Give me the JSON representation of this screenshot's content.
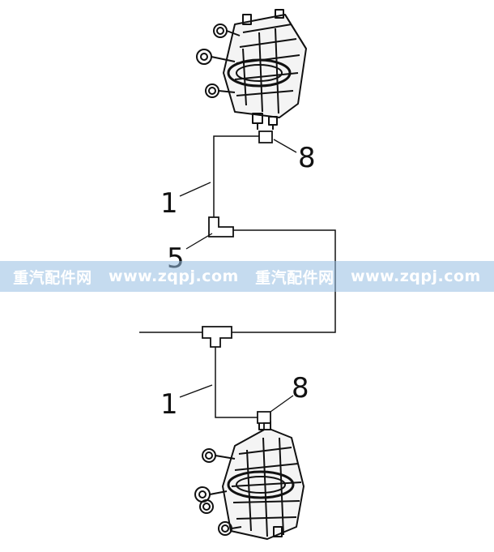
{
  "labels": {
    "top_pipe": "1",
    "top_fitting": "8",
    "mid_fitting": "5",
    "bottom_pipe": "1",
    "bottom_fitting": "8"
  },
  "watermark": {
    "brand_1": "重汽配件网",
    "site_1": "www.zqpj.com",
    "brand_2": "重汽配件网",
    "site_2": "www.zqpj.com"
  }
}
